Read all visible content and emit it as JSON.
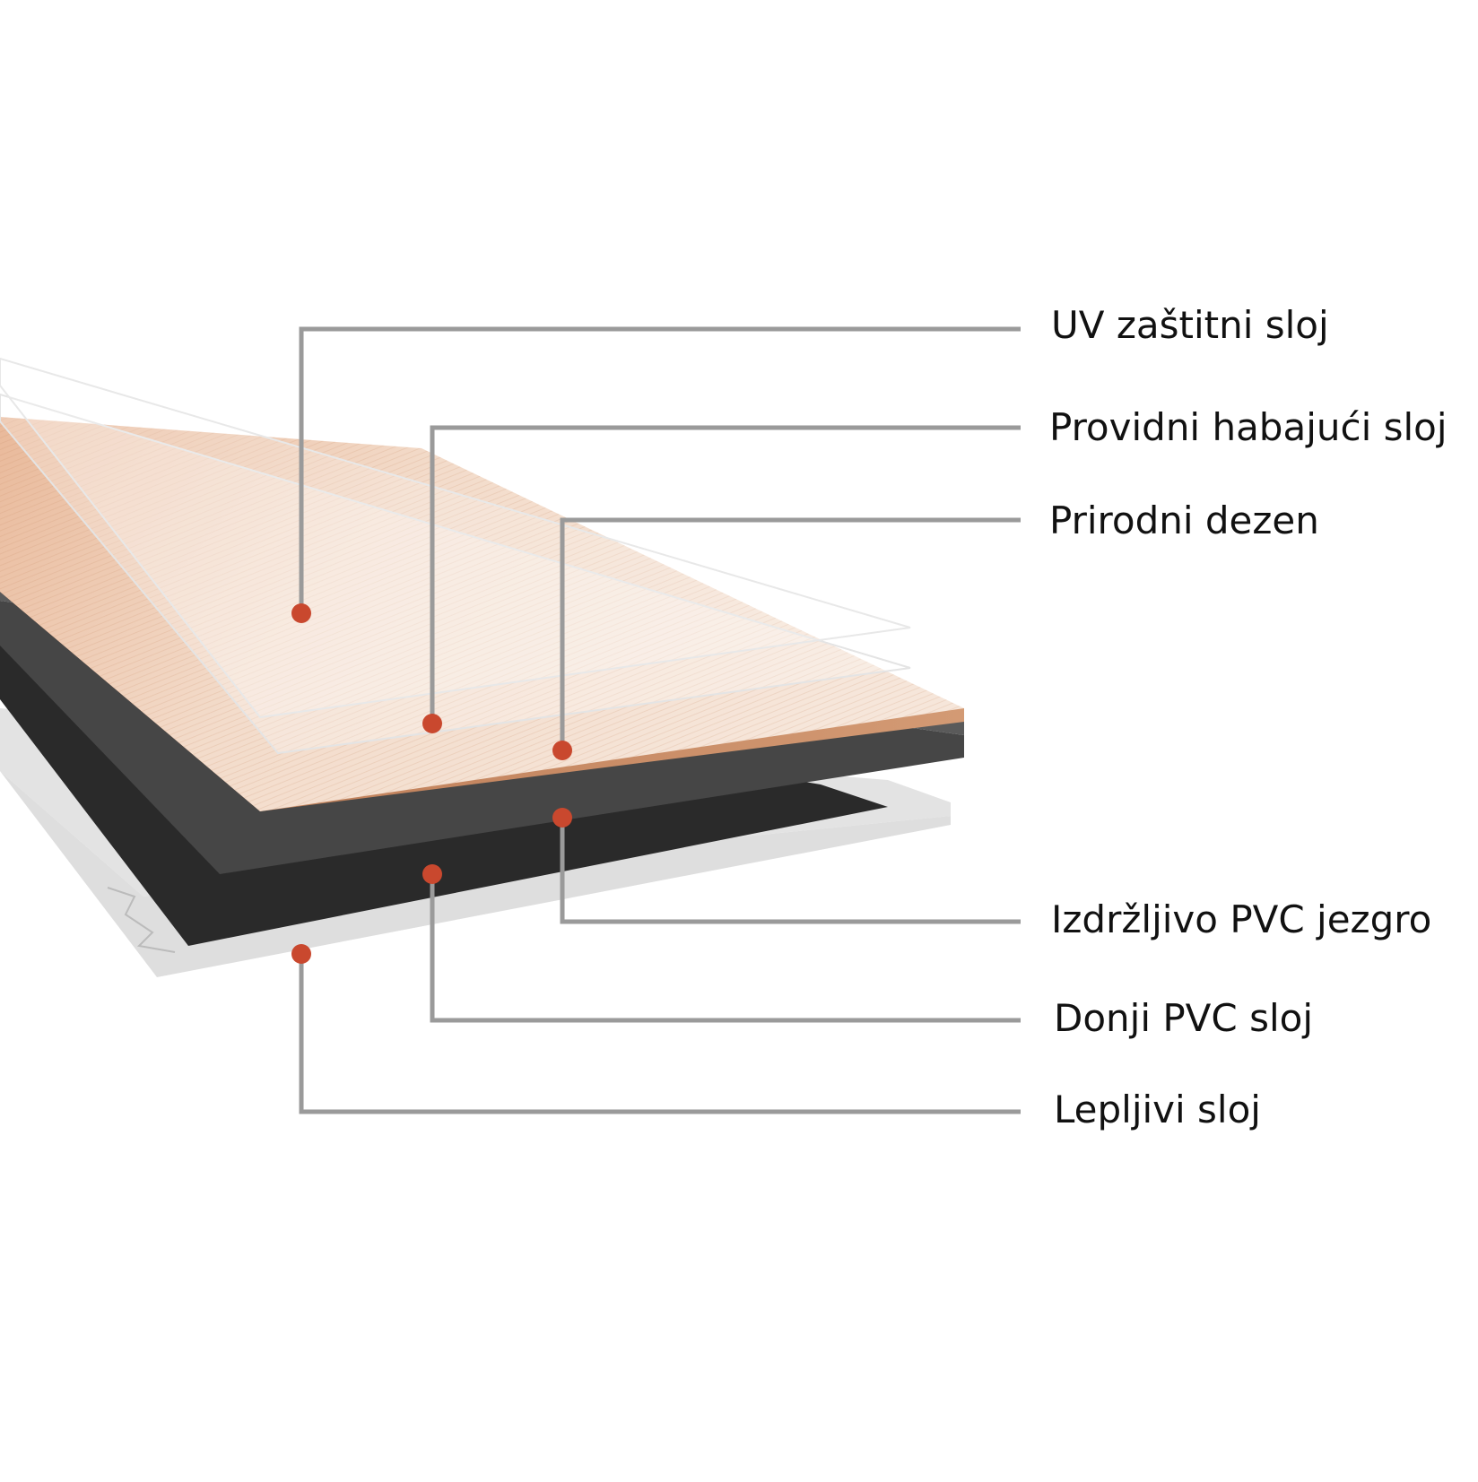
{
  "diagram": {
    "colors": {
      "leader_line": "#9a9a9a",
      "marker_dot": "#c9482e",
      "text": "#111111",
      "wood_light": "#f3dccb",
      "wood_dark": "#c98b64",
      "core": "#464646",
      "backing": "#2a2a2a",
      "adhesive": "#e3e3e3"
    },
    "layers": [
      {
        "id": "uv",
        "label": "UV zaštitni sloj"
      },
      {
        "id": "wear",
        "label": "Providni habajući sloj"
      },
      {
        "id": "decor",
        "label": "Prirodni dezen"
      },
      {
        "id": "core",
        "label": "Izdržljivo PVC jezgro"
      },
      {
        "id": "bottom",
        "label": "Donji PVC sloj"
      },
      {
        "id": "adhesive",
        "label": "Lepljivi sloj"
      }
    ]
  }
}
